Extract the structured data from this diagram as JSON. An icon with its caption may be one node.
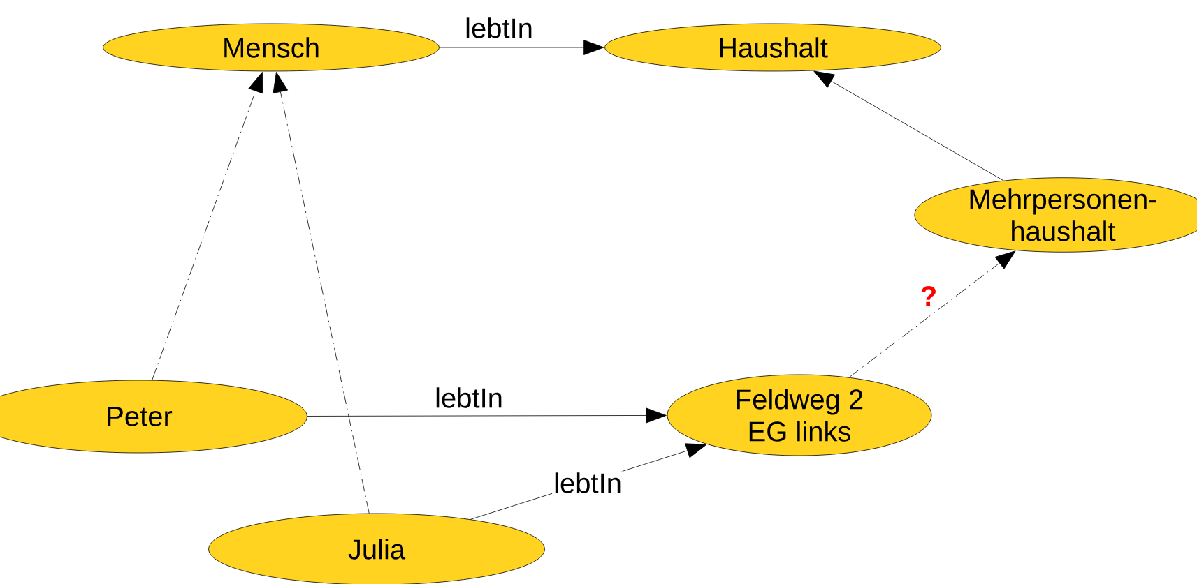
{
  "diagram": {
    "nodes": [
      {
        "text": [
          "Mensch"
        ]
      },
      {
        "text": [
          "Haushalt"
        ]
      },
      {
        "text": [
          "Mehrpersonen- haushalt"
        ]
      },
      {
        "text": [
          "Peter"
        ]
      },
      {
        "text": [
          "Feldweg 2 EG links"
        ]
      },
      {
        "text": [
          "Julia"
        ]
      }
    ],
    "edges": [
      {
        "from": 0,
        "to": 1,
        "arrow": "to",
        "label": "lebtIn"
      },
      {
        "from": 2,
        "to": 1,
        "arrow": "to"
      },
      {
        "from": 3,
        "to": 0,
        "arrow": "to",
        "style": "dashed"
      },
      {
        "from": 5,
        "to": 0,
        "arrow": "to",
        "style": "dashed"
      },
      {
        "from": 3,
        "to": 4,
        "arrow": "to",
        "label": "lebtIn"
      },
      {
        "from": 5,
        "to": 4,
        "arrow": "to",
        "label": "lebtIn"
      },
      {
        "from": 4,
        "to": 2,
        "arrow": "to",
        "style": "dashed",
        "label": "?"
      }
    ]
  }
}
